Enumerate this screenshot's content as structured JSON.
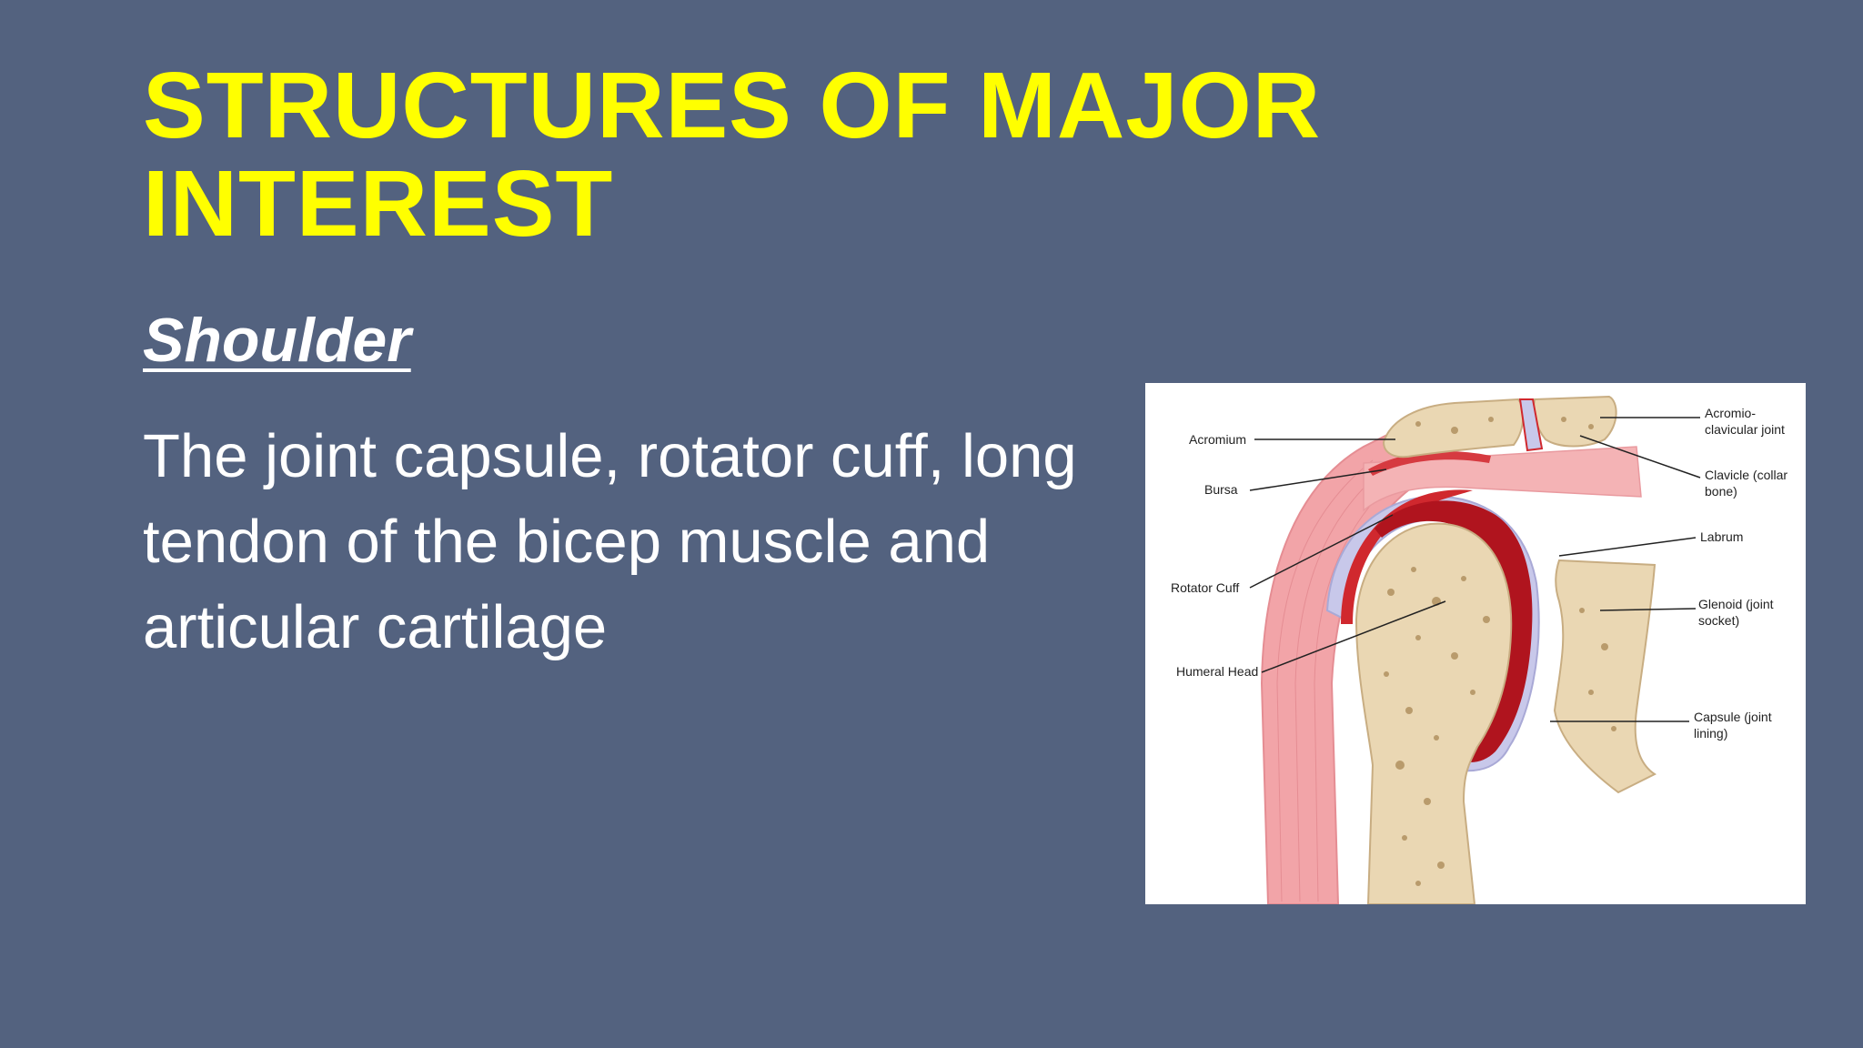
{
  "slide": {
    "title_line1": "STRUCTURES OF MAJOR",
    "title_line2": "INTEREST",
    "subtitle": "Shoulder",
    "body": "The joint capsule, rotator cuff, long tendon of the bicep muscle and articular cartilage"
  },
  "figure": {
    "labels": {
      "acromium": "Acromium",
      "bursa": "Bursa",
      "rotator_cuff": "Rotator Cuff",
      "humeral_head": "Humeral Head",
      "ac_joint_1": "Acromio-",
      "ac_joint_2": "clavicular joint",
      "clavicle_1": "Clavicle (collar",
      "clavicle_2": "bone)",
      "labrum": "Labrum",
      "glenoid_1": "Glenoid (joint",
      "glenoid_2": "socket)",
      "capsule_1": "Capsule (joint",
      "capsule_2": "lining)"
    }
  },
  "colors": {
    "background": "#53627f",
    "title": "#ffff00",
    "text": "#ffffff"
  }
}
